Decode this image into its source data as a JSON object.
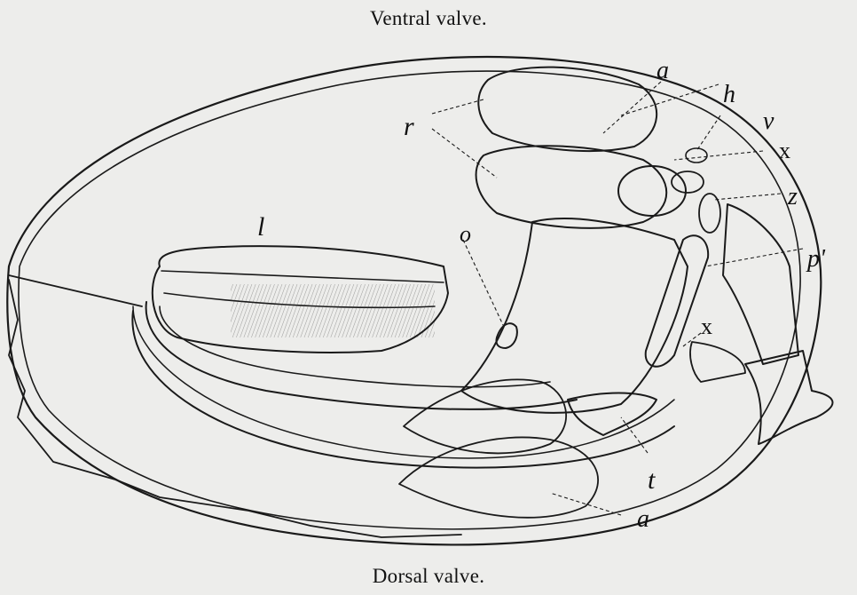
{
  "captions": {
    "top": "Ventral valve.",
    "bottom": "Dorsal valve."
  },
  "labels": {
    "a_top": "a",
    "h": "h",
    "r": "r",
    "v": "v",
    "x_top": "x",
    "z": "z",
    "l": "l",
    "o": "o",
    "p_prime": "p'",
    "x_bottom": "x",
    "t": "t",
    "a_bottom": "a"
  }
}
